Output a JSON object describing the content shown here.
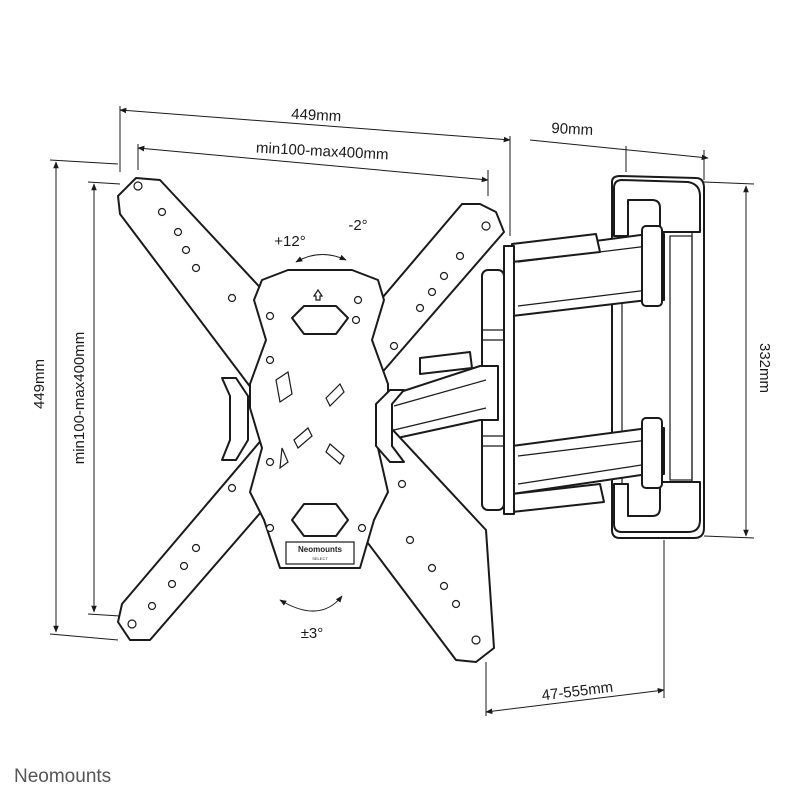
{
  "dimensions": {
    "overall_width": "449mm",
    "vesa_horizontal": "min100-max400mm",
    "depth_profile": "90mm",
    "overall_height": "449mm",
    "vesa_vertical": "min100-max400mm",
    "wall_plate_height": "332mm",
    "extension": "47-555mm"
  },
  "rotation": {
    "tilt_up": "+12°",
    "tilt_down": "-2°",
    "rotate": "±3°"
  },
  "plate_logo": {
    "brand": "Neomounts",
    "sub": "SELECT"
  },
  "brand": "Neomounts"
}
